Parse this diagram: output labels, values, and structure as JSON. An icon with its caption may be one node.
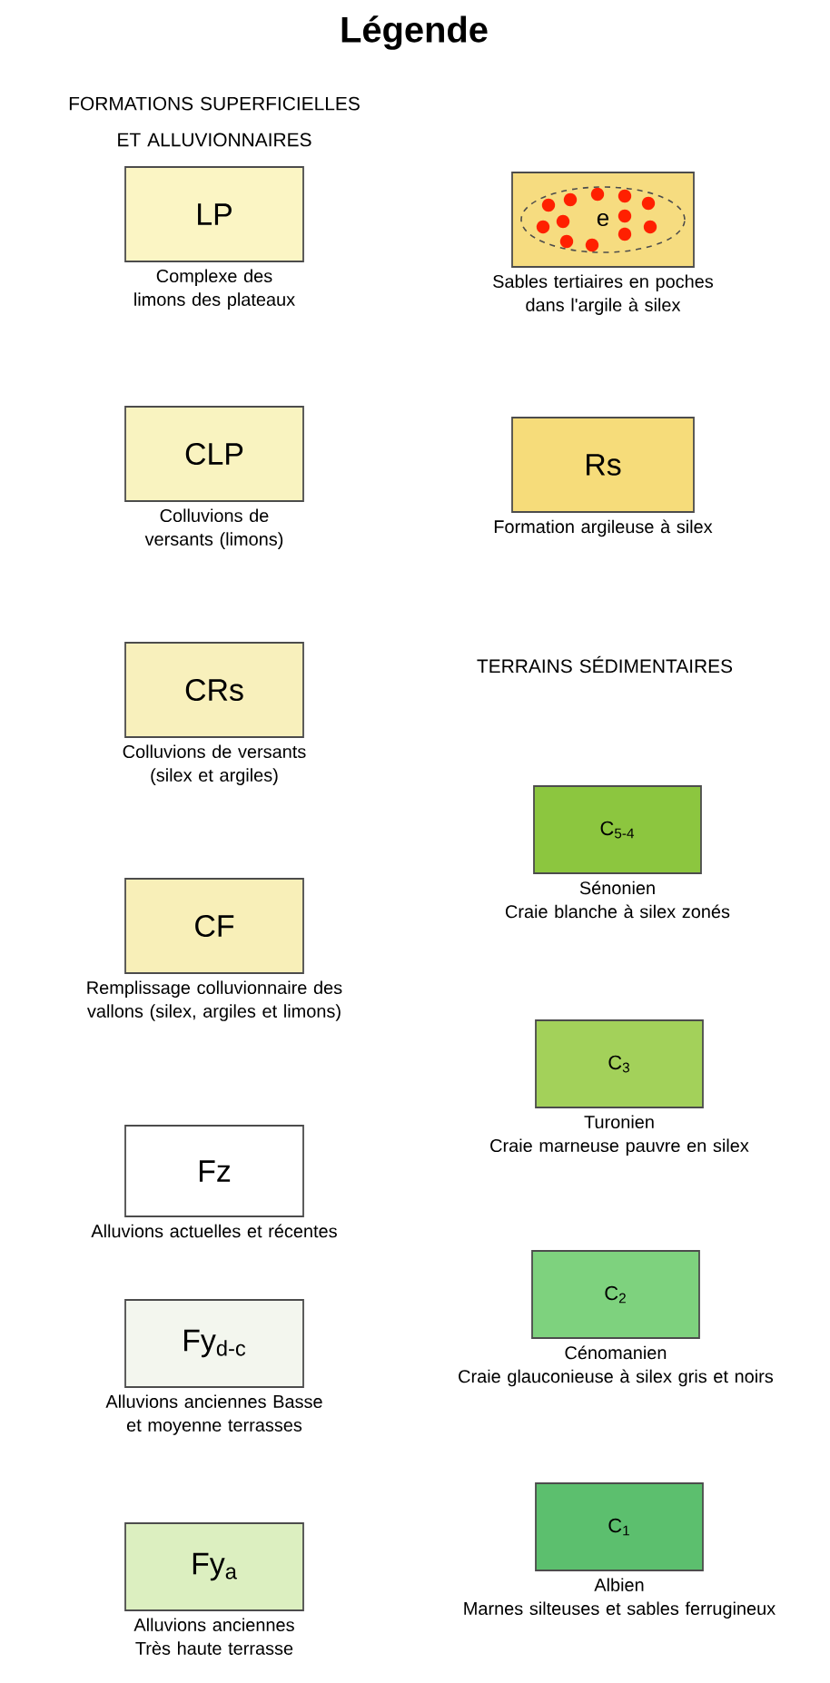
{
  "diagram": {
    "title": "Légende",
    "nodes": [
      {
        "text": [
          "LP"
        ],
        "beside": [
          "Complexe des limons des plateaux"
        ]
      },
      {
        "text": [
          "CLP"
        ],
        "beside": [
          "Colluvions de versants (limons)"
        ]
      },
      {
        "text": [
          "CRs"
        ],
        "beside": [
          "Colluvions de versants (silex et argiles)"
        ]
      },
      {
        "text": [
          "CF"
        ],
        "beside": [
          "Remplissage colluvionnaire des vallons (silex, argiles et limons)"
        ]
      },
      {
        "text": [
          "Fz"
        ],
        "beside": [
          "Alluvions actuelles et récentes"
        ]
      },
      {
        "text": [
          "Fy$_{d-c}$"
        ],
        "beside": [
          "Alluvions anciennes Basse et moyenne terrasses"
        ]
      },
      {
        "text": [
          "Fy$_{a}$"
        ],
        "beside": [
          "Alluvions anciennes Très haute terrasse"
        ]
      },
      {
        "text": [
          "e"
        ],
        "beside": [
          "Sables tertiaires en poches dans l'argile à silex"
        ]
      },
      {
        "text": [
          "Rs"
        ],
        "beside": [
          "Formation argileuse à silex"
        ]
      },
      {
        "text": [
          "C$_{5-4}$"
        ],
        "beside": [
          "Sénonien",
          "Craie blanche à silex zonés"
        ]
      },
      {
        "text": [
          "C$_{3}$"
        ],
        "beside": [
          "Turonien",
          "Craie marneuse pauvre en silex"
        ]
      },
      {
        "text": [
          "C$_{2}$"
        ],
        "beside": [
          "Cénomanien",
          "Craie glauconieuse à silex gris et noirs"
        ]
      },
      {
        "text": [
          "C$_{1}$"
        ],
        "beside": [
          "Albien",
          "Marnes silteuses et sables ferrugineux"
        ]
      }
    ],
    "labels": [
      "FORMATIONS SUPERFICIELLES ET ALLUVIONNAIRES",
      "TERRAINS SÉDIMENTAIRES"
    ]
  }
}
